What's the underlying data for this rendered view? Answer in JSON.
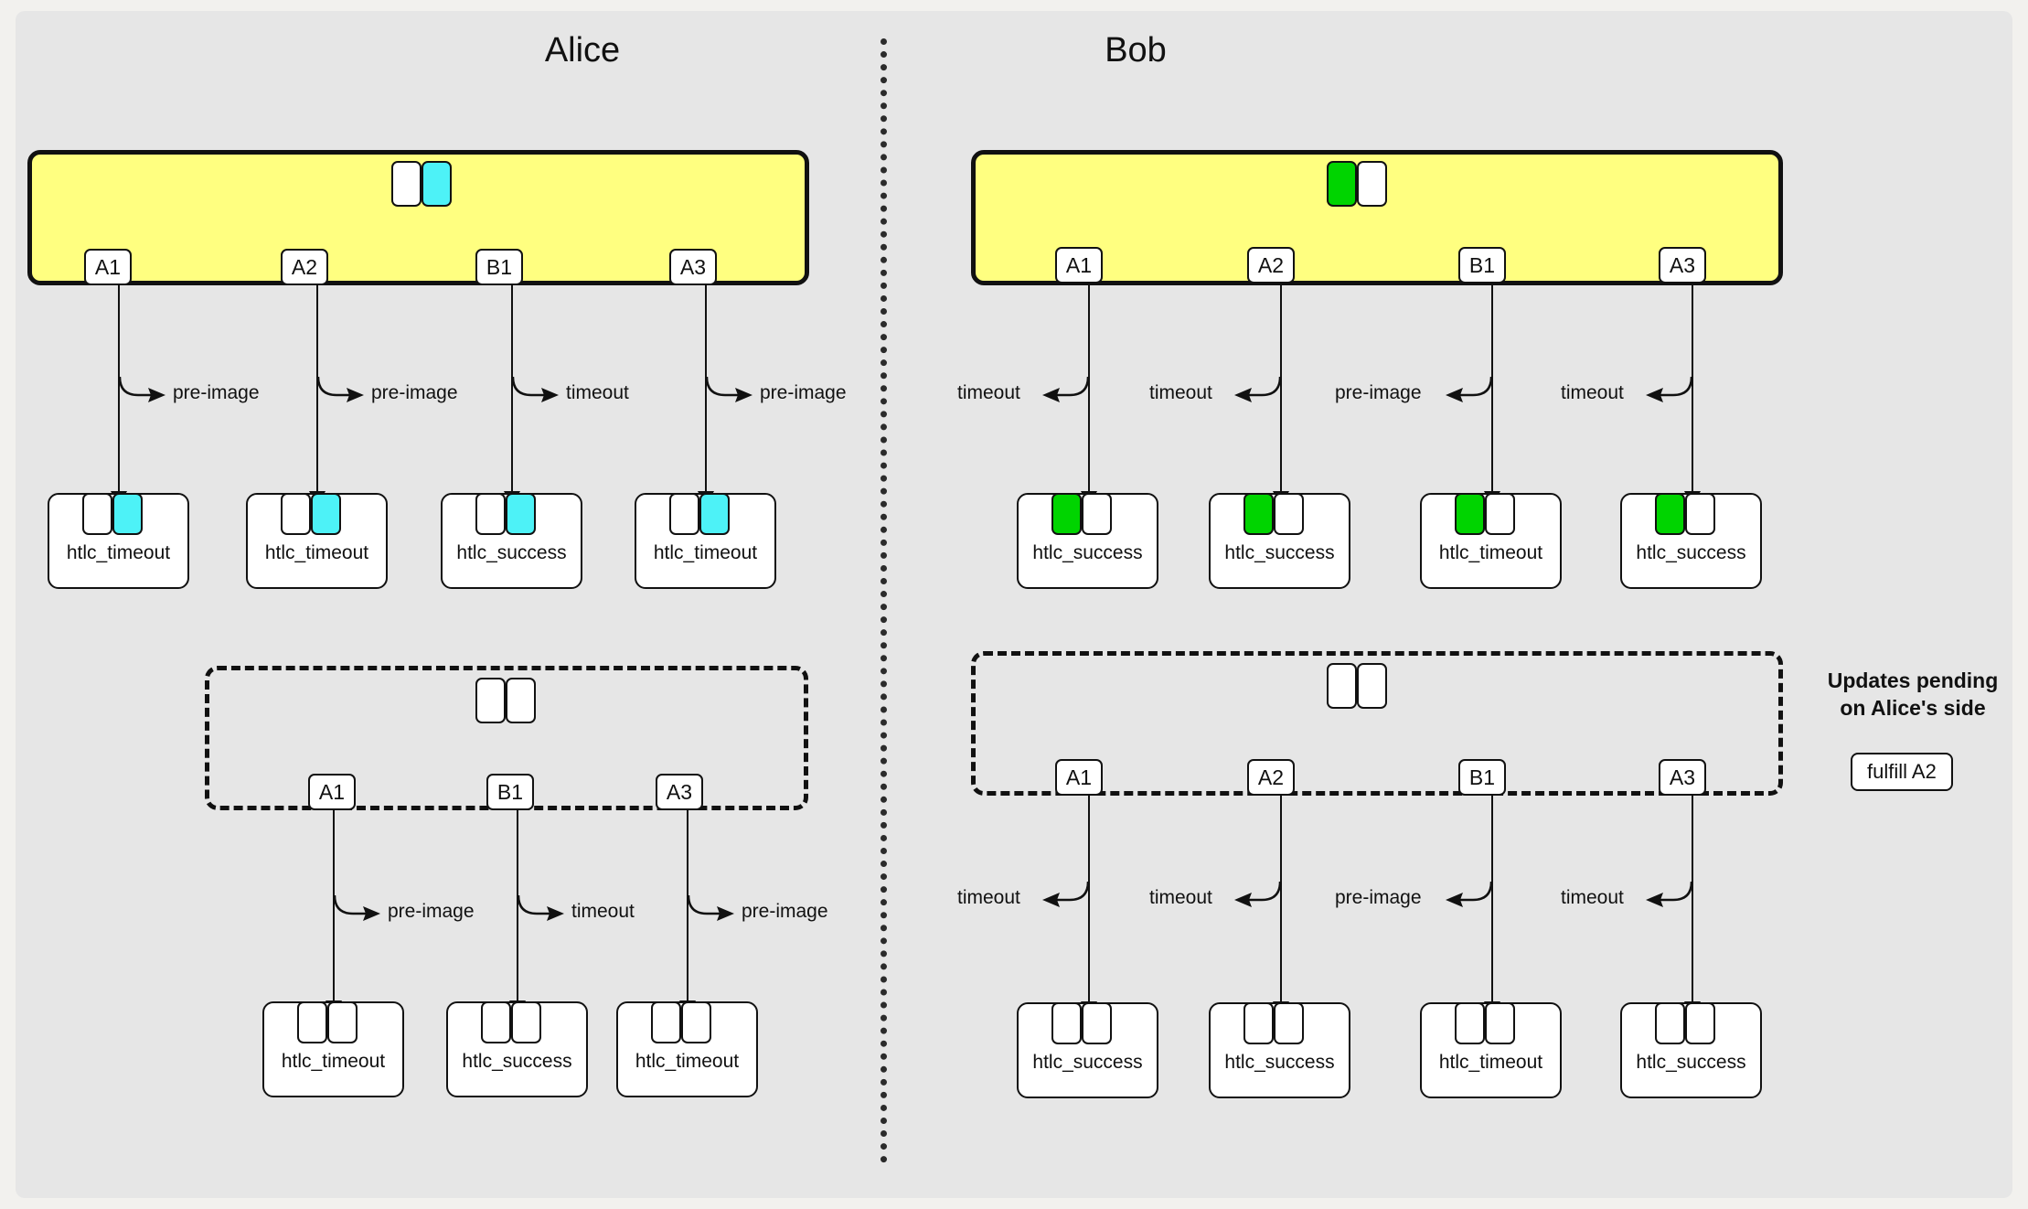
{
  "colors": {
    "background": "#e6e6e6",
    "page": "#f2f1ee",
    "commitment_fill": "#ffff80",
    "alice_accent": "#4df2f7",
    "bob_accent": "#00d400",
    "stroke": "#111111",
    "box_fill": "#ffffff"
  },
  "parties": {
    "alice": {
      "title": "Alice"
    },
    "bob": {
      "title": "Bob"
    }
  },
  "alice": {
    "commitment": {
      "balance": [
        {
          "owner": "remote",
          "color": "white"
        },
        {
          "owner": "local",
          "color": "cyan"
        }
      ],
      "outputs": [
        {
          "tab": "A1",
          "branch": "pre-image",
          "htlc": "htlc_timeout",
          "inputs": [
            {
              "color": "white"
            },
            {
              "color": "cyan"
            }
          ]
        },
        {
          "tab": "A2",
          "branch": "pre-image",
          "htlc": "htlc_timeout",
          "inputs": [
            {
              "color": "white"
            },
            {
              "color": "cyan"
            }
          ]
        },
        {
          "tab": "B1",
          "branch": "timeout",
          "htlc": "htlc_success",
          "inputs": [
            {
              "color": "white"
            },
            {
              "color": "cyan"
            }
          ]
        },
        {
          "tab": "A3",
          "branch": "pre-image",
          "htlc": "htlc_timeout",
          "inputs": [
            {
              "color": "white"
            },
            {
              "color": "cyan"
            }
          ]
        }
      ]
    },
    "pending": {
      "balance": [
        {
          "color": "white"
        },
        {
          "color": "white"
        }
      ],
      "outputs": [
        {
          "tab": "A1",
          "branch": "pre-image",
          "htlc": "htlc_timeout",
          "inputs": [
            {
              "color": "white"
            },
            {
              "color": "white"
            }
          ]
        },
        {
          "tab": "B1",
          "branch": "timeout",
          "htlc": "htlc_success",
          "inputs": [
            {
              "color": "white"
            },
            {
              "color": "white"
            }
          ]
        },
        {
          "tab": "A3",
          "branch": "pre-image",
          "htlc": "htlc_timeout",
          "inputs": [
            {
              "color": "white"
            },
            {
              "color": "white"
            }
          ]
        }
      ]
    }
  },
  "bob": {
    "commitment": {
      "balance": [
        {
          "owner": "local",
          "color": "green"
        },
        {
          "owner": "remote",
          "color": "white"
        }
      ],
      "outputs": [
        {
          "tab": "A1",
          "branch": "timeout",
          "htlc": "htlc_success",
          "inputs": [
            {
              "color": "green"
            },
            {
              "color": "white"
            }
          ]
        },
        {
          "tab": "A2",
          "branch": "timeout",
          "htlc": "htlc_success",
          "inputs": [
            {
              "color": "green"
            },
            {
              "color": "white"
            }
          ]
        },
        {
          "tab": "B1",
          "branch": "pre-image",
          "htlc": "htlc_timeout",
          "inputs": [
            {
              "color": "green"
            },
            {
              "color": "white"
            }
          ]
        },
        {
          "tab": "A3",
          "branch": "timeout",
          "htlc": "htlc_success",
          "inputs": [
            {
              "color": "green"
            },
            {
              "color": "white"
            }
          ]
        }
      ]
    },
    "pending": {
      "balance": [
        {
          "color": "white"
        },
        {
          "color": "white"
        }
      ],
      "outputs": [
        {
          "tab": "A1",
          "branch": "timeout",
          "htlc": "htlc_success",
          "inputs": [
            {
              "color": "white"
            },
            {
              "color": "white"
            }
          ]
        },
        {
          "tab": "A2",
          "branch": "timeout",
          "htlc": "htlc_success",
          "inputs": [
            {
              "color": "white"
            },
            {
              "color": "white"
            }
          ]
        },
        {
          "tab": "B1",
          "branch": "pre-image",
          "htlc": "htlc_timeout",
          "inputs": [
            {
              "color": "white"
            },
            {
              "color": "white"
            }
          ]
        },
        {
          "tab": "A3",
          "branch": "timeout",
          "htlc": "htlc_success",
          "inputs": [
            {
              "color": "white"
            },
            {
              "color": "white"
            }
          ]
        }
      ]
    }
  },
  "updates_panel": {
    "title_line1": "Updates pending",
    "title_line2": "on Alice's side",
    "items": [
      "fulfill A2"
    ]
  }
}
